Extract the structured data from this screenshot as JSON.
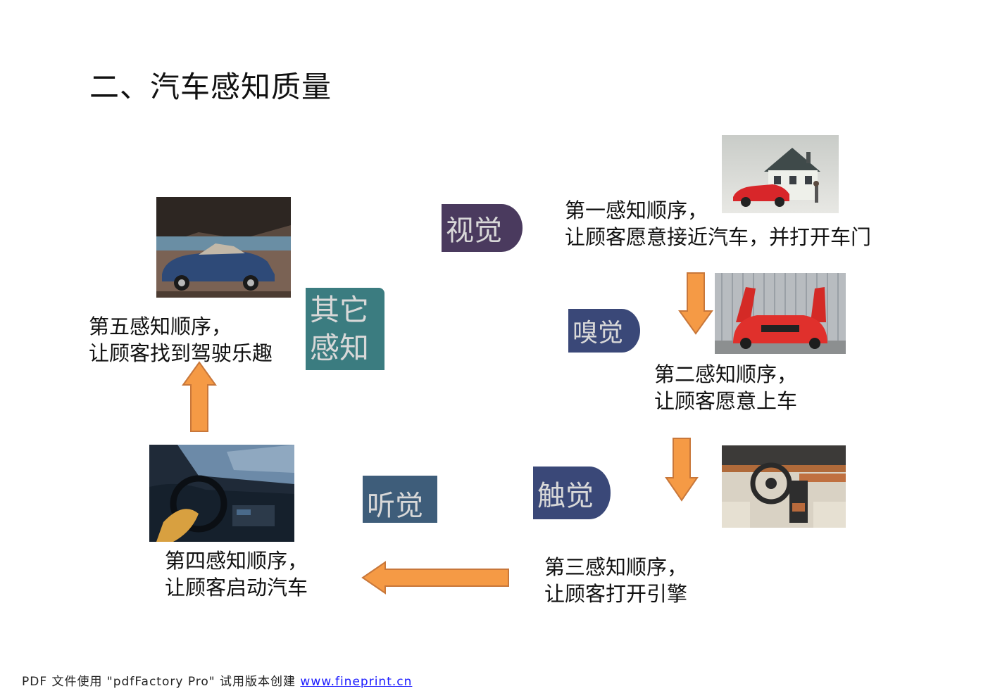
{
  "title": "二、汽车感知质量",
  "senses": {
    "sight": "视觉",
    "smell": "嗅觉",
    "touch": "触觉",
    "hearing": "听觉",
    "other_line1": "其它",
    "other_line2": "感知"
  },
  "steps": {
    "first": {
      "line1": "第一感知顺序，",
      "line2": "让顾客愿意接近汽车，并打开车门"
    },
    "second": {
      "line1": "第二感知顺序，",
      "line2": "让顾客愿意上车"
    },
    "third": {
      "line1": "第三感知顺序，",
      "line2": "让顾客打开引擎"
    },
    "fourth": {
      "line1": "第四感知顺序，",
      "line2": "让顾客启动汽车"
    },
    "fifth": {
      "line1": "第五感知顺序，",
      "line2": "让顾客找到驾驶乐趣"
    }
  },
  "footer": {
    "text": "PDF 文件使用 \"pdfFactory Pro\" 试用版本创建 ",
    "link": "www.fineprint.cn"
  },
  "colors": {
    "sense_purple": "#4a3a5e",
    "sense_navy": "#3a4878",
    "sense_teal": "#3b7c80",
    "sense_steel": "#3e5d7a",
    "arrow_fill": "#f59a45",
    "arrow_stroke": "#c8773a"
  }
}
